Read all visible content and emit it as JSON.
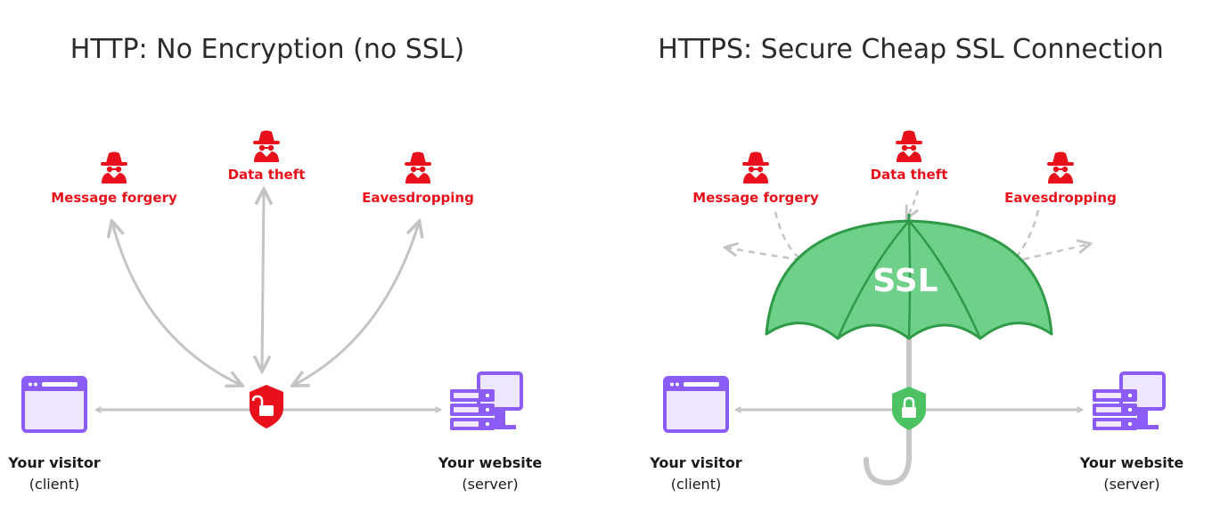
{
  "left_panel": {
    "title": "HTTP: No Encryption (no SSL)",
    "threats": [
      "Message forgery",
      "Data theft",
      "Eavesdropping"
    ],
    "client": {
      "label": "Your visitor",
      "sub": "(client)"
    },
    "server": {
      "label": "Your website",
      "sub": "(server)"
    },
    "lock_state": "unlocked"
  },
  "right_panel": {
    "title": "HTTPS: Secure Cheap SSL Connection",
    "threats": [
      "Message forgery",
      "Data theft",
      "Eavesdropping"
    ],
    "shield_label": "SSL",
    "client": {
      "label": "Your visitor",
      "sub": "(client)"
    },
    "server": {
      "label": "Your website",
      "sub": "(server)"
    },
    "lock_state": "locked"
  },
  "colors": {
    "threat_red": "#e8101a",
    "arrow_gray": "#c4c4c4",
    "device_purple": "#8b5cf6",
    "umbrella_green": "#6fd08a",
    "umbrella_outline": "#2f9a47",
    "lock_green": "#4cc262"
  }
}
